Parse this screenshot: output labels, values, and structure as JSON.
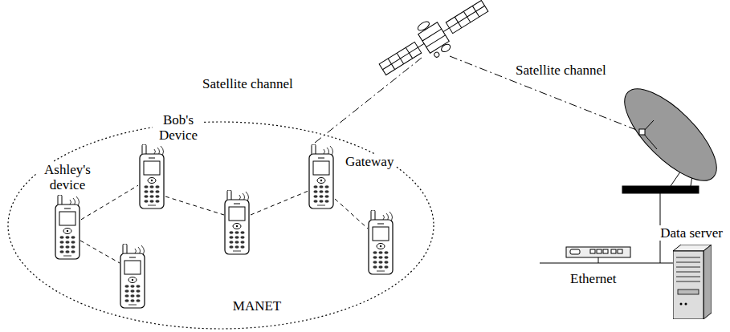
{
  "diagram": {
    "nodes": [
      {
        "text": [
          "MANET"
        ]
      },
      {
        "text": [
          "Ashley's device"
        ],
        "in": 0
      },
      {
        "text": [
          "Bob's Device"
        ],
        "in": 0
      },
      {
        "text": [
          "Gateway"
        ],
        "in": 0
      },
      {
        "text": [
          "Data server"
        ]
      }
    ],
    "edges": [
      {
        "from": 1,
        "to": 2,
        "arrow": "none"
      }
    ],
    "labels": [
      "Satellite channel",
      "Satellite channel",
      "Ethernet"
    ]
  }
}
